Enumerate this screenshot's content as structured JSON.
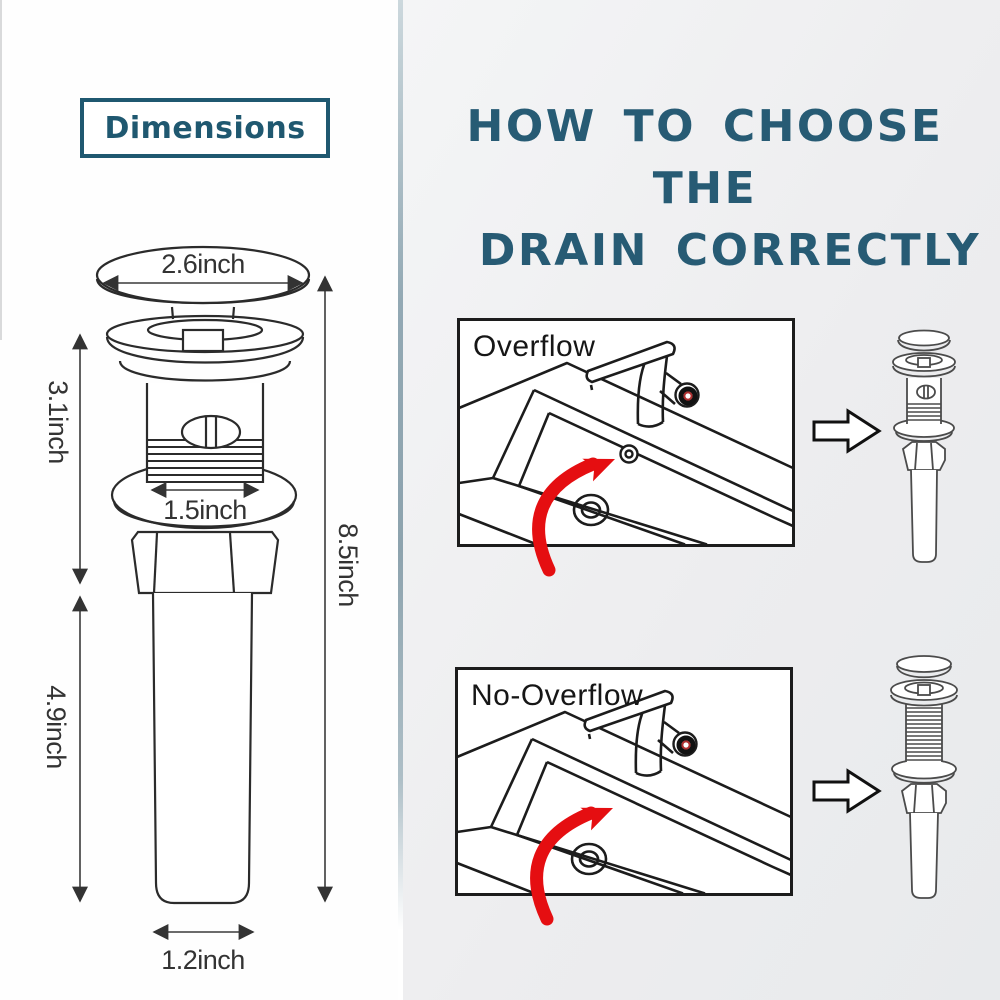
{
  "left_panel": {
    "title": "Dimensions",
    "dimensions": {
      "cap_width": "2.6inch",
      "upper_height": "3.1inch",
      "body_width": "1.5inch",
      "total_height": "8.5inch",
      "tail_height": "4.9inch",
      "tail_width": "1.2inch"
    }
  },
  "right_panel": {
    "title_line1": "HOW TO CHOOSE THE",
    "title_line2": "DRAIN CORRECTLY",
    "rows": [
      {
        "label": "Overflow",
        "has_overflow_hole": true
      },
      {
        "label": "No-Overflow",
        "has_overflow_hole": false
      }
    ]
  },
  "colors": {
    "accent_teal": "#275B74",
    "arrow_red": "#E50E11",
    "line_ink": "#1C1C1C",
    "drain_gray": "#4B4B4B"
  }
}
